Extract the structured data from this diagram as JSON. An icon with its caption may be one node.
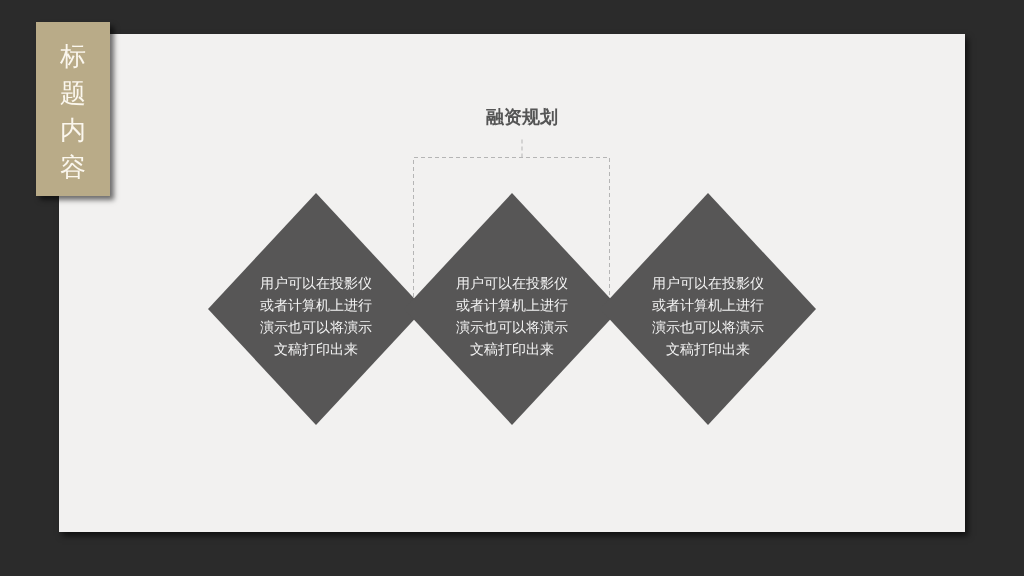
{
  "diagram": {
    "nodes": [
      {
        "text": [
          "标题内容"
        ]
      },
      {
        "text": [
          "用户可以在投影仪或者计算机上进行演示也可以将演示文稿打印出来"
        ]
      },
      {
        "text": [
          "用户可以在投影仪或者计算机上进行演示也可以将演示文稿打印出来"
        ]
      },
      {
        "text": [
          "用户可以在投影仪或者计算机上进行演示也可以将演示文稿打印出来"
        ]
      }
    ],
    "labels": [
      "融资规划"
    ]
  }
}
